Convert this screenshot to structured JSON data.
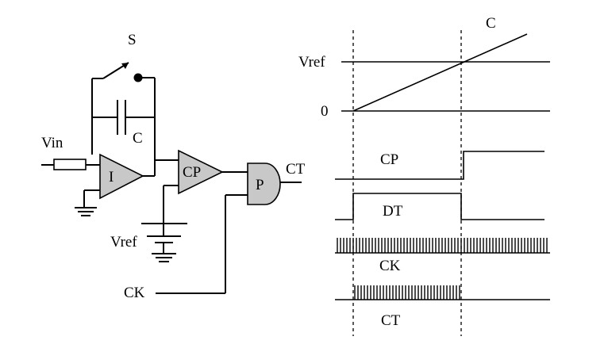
{
  "circuit": {
    "switch_label": "S",
    "capacitor_label": "C",
    "input_label": "Vin",
    "integrator_label": "I",
    "comparator_label": "CP",
    "gate_label": "P",
    "output_label": "CT",
    "reference_label": "Vref",
    "clock_label": "CK"
  },
  "waveforms": {
    "ramp_label": "C",
    "vref_label": "Vref",
    "zero_label": "0",
    "cp_label": "CP",
    "dt_label": "DT",
    "ck_label": "CK",
    "ct_label": "CT"
  },
  "colors": {
    "line": "#000000",
    "block_fill": "#c8c8c8",
    "background": "#ffffff"
  }
}
